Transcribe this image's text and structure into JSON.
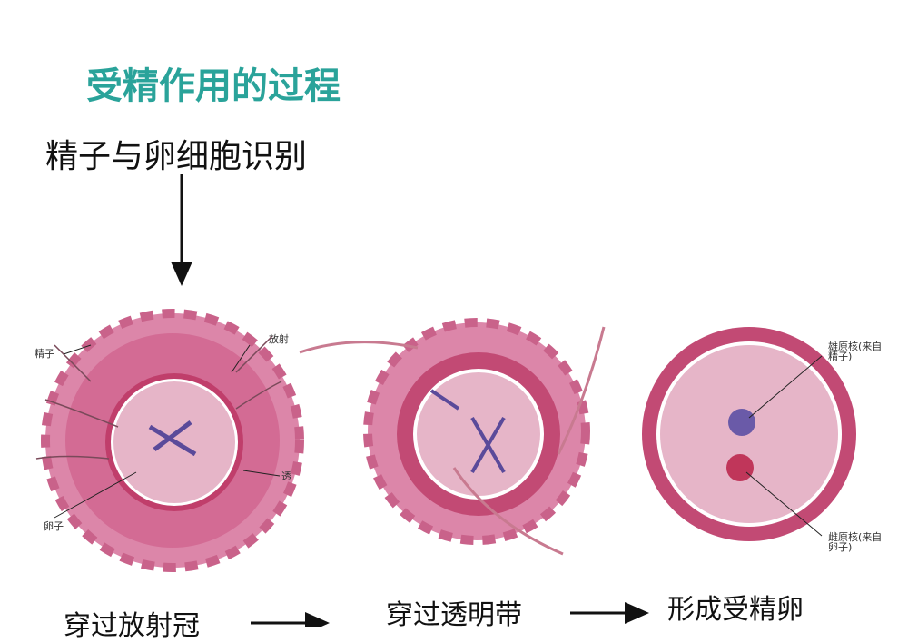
{
  "title": "受精作用的过程",
  "subtitle": "精子与卵细胞识别",
  "steps": [
    "穿过放射冠",
    "穿过透明带",
    "形成受精卵"
  ],
  "labels": {
    "sperm": "精子",
    "corona": "放射",
    "egg": "卵子",
    "zona": "透",
    "male_pronucleus": "雄原核(来自精子)",
    "female_pronucleus": "雌原核(来自卵子)"
  },
  "colors": {
    "title": "#2aa39a",
    "corona": "#d9769e",
    "zona": "#c2406a",
    "cytoplasm": "#e9b7cc"
  }
}
